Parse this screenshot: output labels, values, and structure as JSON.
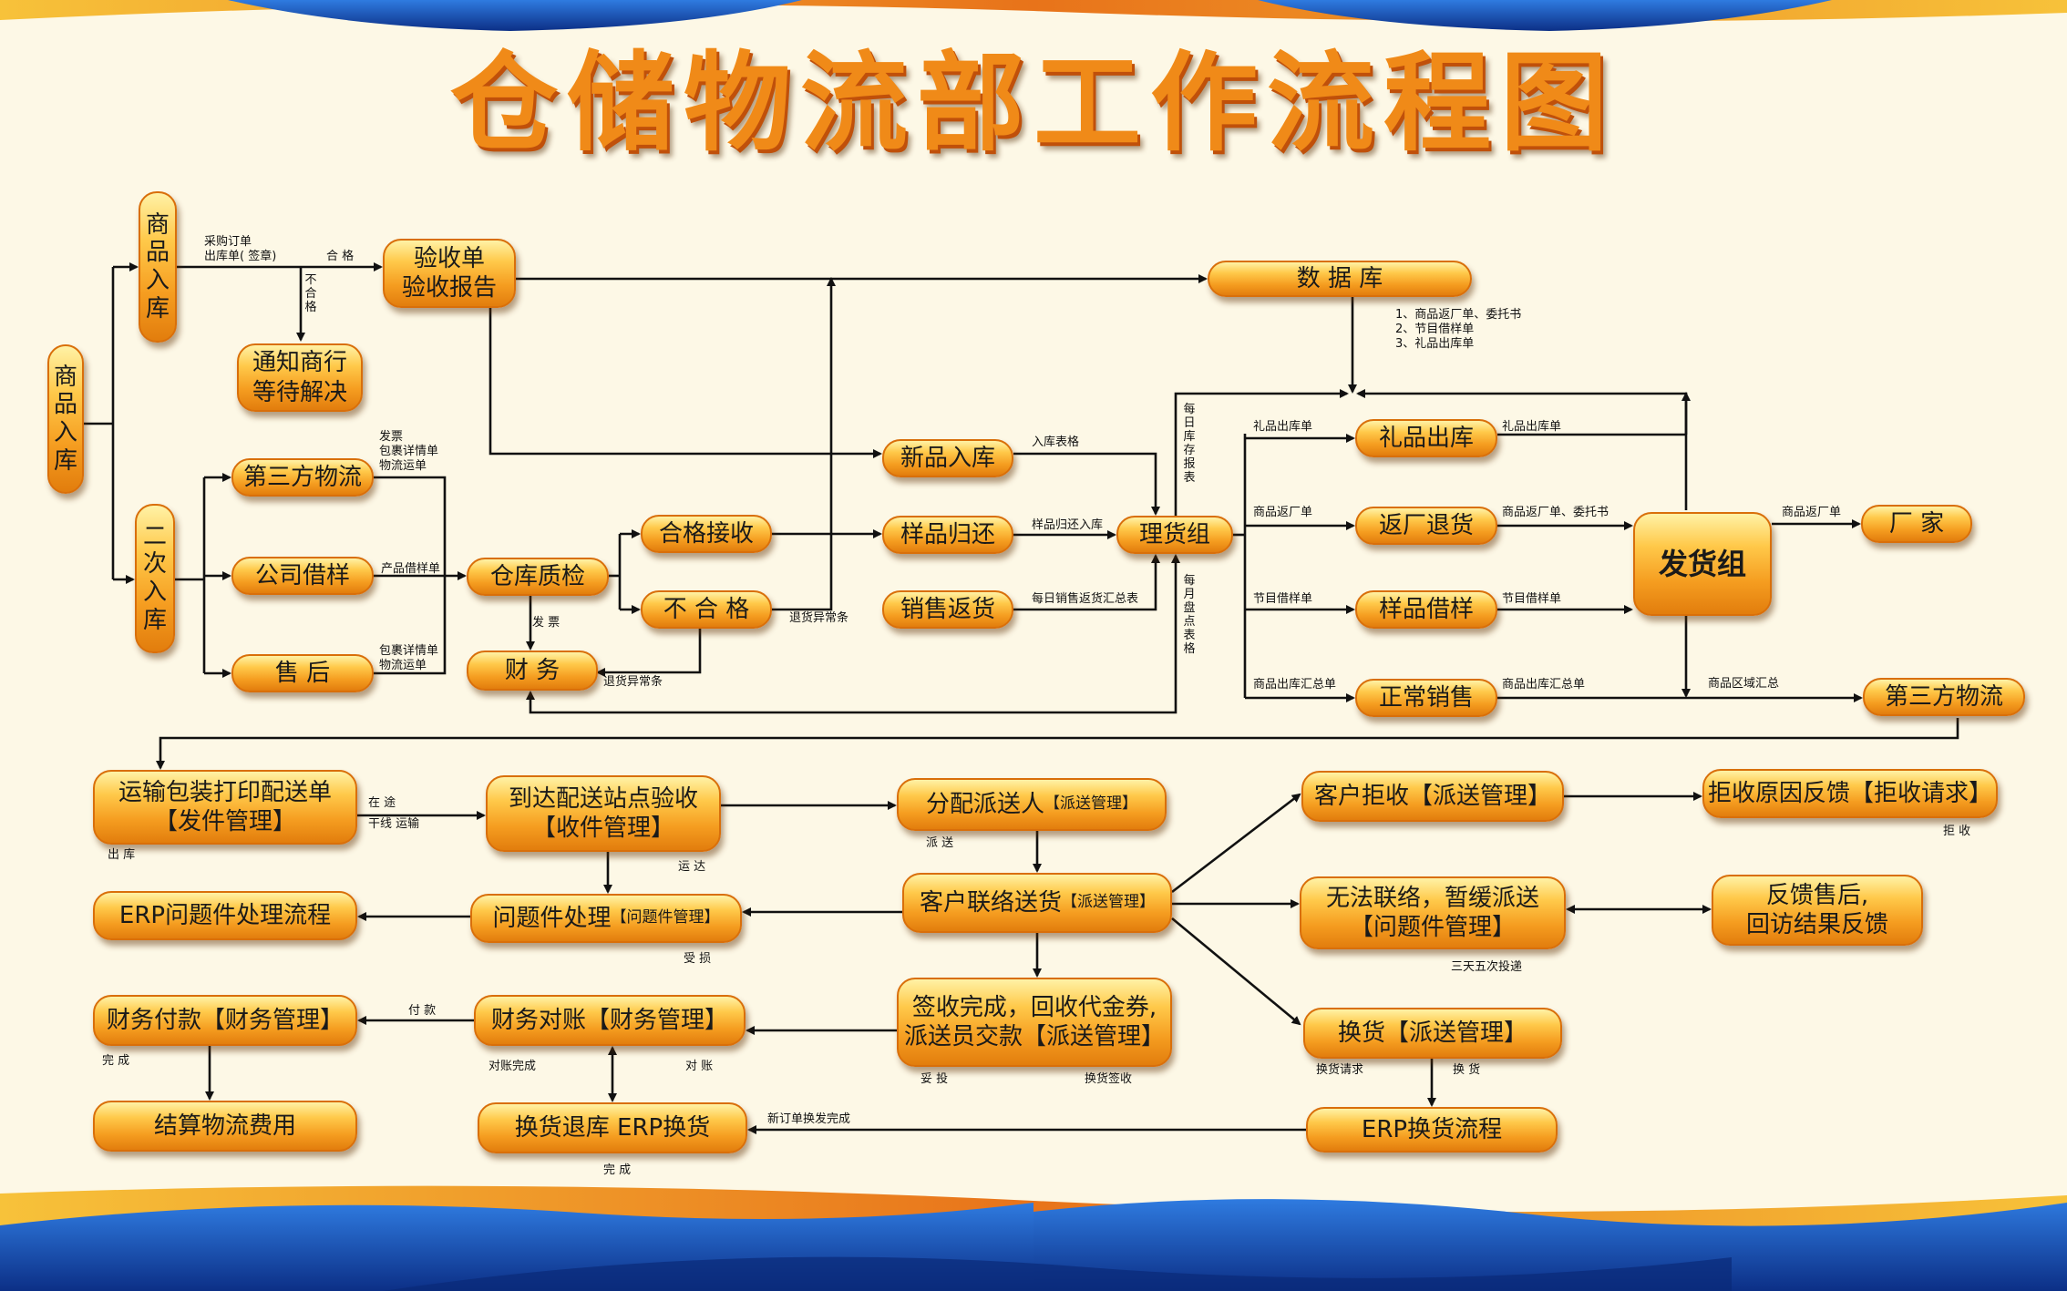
{
  "title": "仓储物流部工作流程图",
  "colors": {
    "node_fill": "#f59d20",
    "node_border": "#d96f0a",
    "title": "#f08a18",
    "background": "#fdf8e6",
    "arrow": "#111111",
    "band_blue": "#1546a8",
    "band_gold": "#f2a81a"
  },
  "nodes": {
    "inbound_main": "商\n品\n入\n库",
    "goods_inbound": "商\n品\n入\n库",
    "second_inbound": "二\n次\n入\n库",
    "inspection": "验收单\n验收报告",
    "notify_supplier": "通知商行\n等待解决",
    "database": "数  据  库",
    "third_party_top": "第三方物流",
    "company_sample": "公司借样",
    "after_sales": "售  后",
    "warehouse_qc": "仓库质检",
    "finance": "财  务",
    "qualified": "合格接收",
    "unqualified": "不 合 格",
    "new_goods": "新品入库",
    "sample_return": "样品归还",
    "sales_return": "销售返货",
    "tally_group": "理货组",
    "gift_out": "礼品出库",
    "return_factory": "返厂退货",
    "sample_loan": "样品借样",
    "normal_sales": "正常销售",
    "shipping_group": "发货组",
    "manufacturer": "厂  家",
    "third_party_right": "第三方物流",
    "transport_pack": "运输包装打印配送单\n【发件管理】",
    "arrival_check": "到达配送站点验收\n【收件管理】",
    "assign_courier": "分配派送人",
    "assign_courier_tag": "【派送管理】",
    "customer_delivery": "客户联络送货",
    "customer_delivery_tag": "【派送管理】",
    "problem_handle": "问题件处理",
    "problem_handle_tag": "【问题件管理】",
    "erp_problem": "ERP问题件处理流程",
    "customer_reject": "客户拒收【派送管理】",
    "reject_reason": "拒收原因反馈【拒收请求】",
    "cannot_contact": "无法联络，暂缓派送\n【问题件管理】",
    "feedback_aftersales": "反馈售后,\n回访结果反馈",
    "signed": "签收完成，回收代金券,\n派送员交款【派送管理】",
    "exchange": "换货【派送管理】",
    "erp_exchange_flow": "ERP换货流程",
    "finance_pay": "财务付款【财务管理】",
    "finance_reconcile": "财务对账【财务管理】",
    "settle_fee": "结算物流费用",
    "exchange_return": "换货退库 ERP换货"
  },
  "labels": {
    "purchase_order": "采购订单\n出库单(  签章)",
    "pass": "合   格",
    "fail_vertical": "不合格",
    "third_party_docs": "发票\n包裹详情单\n物流运单",
    "product_loan_doc": "产品借样单",
    "after_sales_docs": "包裹详情单\n物流运单",
    "invoice": "发  票",
    "return_exception_1": "退货异常条",
    "return_exception_2": "退货异常条",
    "inbound_form": "入库表格",
    "sample_return_doc": "样品归还入库",
    "daily_sales_return": "每日销售返货汇总表",
    "daily_stock_report": "每日库存报表",
    "monthly_stocktake": "每月盘点表格",
    "db_notes": "1、商品返厂单、委托书\n2、节目借样单\n3、礼品出库单",
    "gift_out_left": "礼品出库单",
    "gift_out_right": "礼品出库单",
    "return_factory_left": "商品返厂单",
    "return_factory_right": "商品返厂单、委托书",
    "sample_loan_left": "节目借样单",
    "sample_loan_right": "节目借样单",
    "sales_summary_left": "商品出库汇总单",
    "sales_summary_right": "商品出库汇总单",
    "to_manufacturer": "商品返厂单",
    "region_summary": "商品区域汇总",
    "in_transit": "在   途",
    "trunk_transport": "干线  运输",
    "out_warehouse": "出   库",
    "dispatch": "派   送",
    "arrived": "运   达",
    "damaged": "受   损",
    "reject": "拒    收",
    "three_days": "三天五次投递",
    "paid": "付   款",
    "completed_1": "完   成",
    "reconcile_done": "对账完成",
    "reconcile": "对   账",
    "delivered": "妥   投",
    "exchange_signed": "换货签收",
    "exchange_request": "换货请求",
    "exchange_arrow": "换   货",
    "new_order_done": "新订单换发完成",
    "completed_2": "完   成"
  }
}
